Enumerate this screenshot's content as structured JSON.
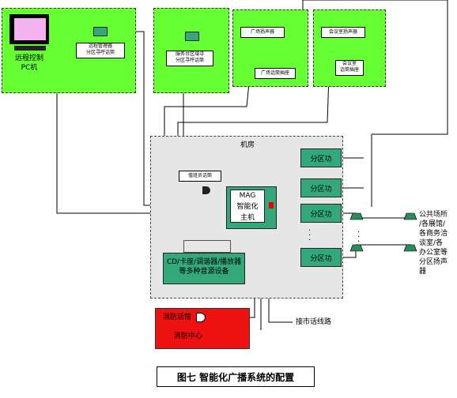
{
  "caption": "图七   智能化广播系统的配置",
  "remote": {
    "pc_label_line1": "远程控制",
    "pc_label_line2": "PC机",
    "remote_paging": "远程管理器\n分区寻呼话筒"
  },
  "zone_paging": "服务台区域寻\n分区寻呼话筒",
  "plaza": {
    "speaker_label": "广场扬声器",
    "panel_label": "广场话筒插座"
  },
  "meeting": {
    "speaker_label": "会议室扬声器",
    "panel_label": "会议室\n话筒插座"
  },
  "machine_room": {
    "title": "机房",
    "paging_mic": "值班员话筒",
    "host_line1": "MAG",
    "host_line2": "智能化",
    "host_line3": "主机",
    "source_line1": "CD/卡座/调谐器/播放器",
    "source_line2": "等多种音源设备",
    "amp_label": "分区功"
  },
  "fire": {
    "mic_label": "消防话筒",
    "center_label": "消防中心"
  },
  "phone_line": "接市话线路",
  "right_note": "公共场所\n/各展馆/\n各商务洽\n谈室/各\n办公室等\n分区扬声\n器"
}
